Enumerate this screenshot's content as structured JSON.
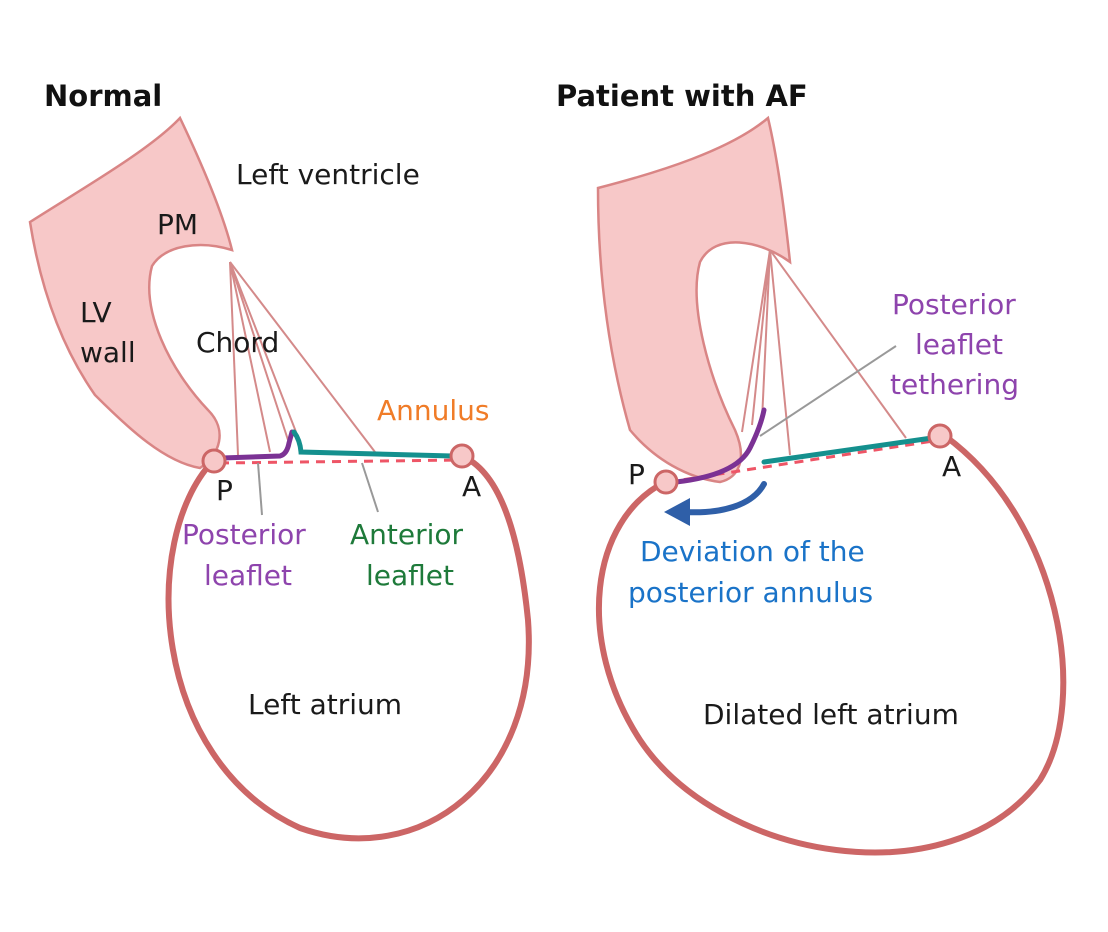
{
  "colors": {
    "tissue_fill": "#f7c8c8",
    "tissue_stroke": "#d98585",
    "atrium_wall": "#cc6666",
    "posterior_leaflet": "#7b3294",
    "anterior_leaflet": "#14908e",
    "annulus_line": "#ee5566",
    "chord": "#d48a8a",
    "annulus_label": "#f07c28",
    "posterior_label": "#8e44ad",
    "anterior_label": "#1e7a3a",
    "deviation_label": "#1a73c8",
    "deviation_arrow": "#2f5fa8",
    "pointer_line": "#999999"
  },
  "normal": {
    "title": "Normal",
    "left_ventricle": "Left ventricle",
    "pm": "PM",
    "lv_wall_line1": "LV",
    "lv_wall_line2": "wall",
    "chord": "Chord",
    "annulus": "Annulus",
    "point_p": "P",
    "point_a": "A",
    "posterior_leaflet_line1": "Posterior",
    "posterior_leaflet_line2": "leaflet",
    "anterior_leaflet_line1": "Anterior",
    "anterior_leaflet_line2": "leaflet",
    "left_atrium": "Left atrium"
  },
  "af": {
    "title": "Patient with AF",
    "tethering_line1": "Posterior",
    "tethering_line2": "leaflet",
    "tethering_line3": "tethering",
    "point_p": "P",
    "point_a": "A",
    "deviation_line1": "Deviation of the",
    "deviation_line2": "posterior annulus",
    "dilated_left_atrium": "Dilated left atrium"
  }
}
